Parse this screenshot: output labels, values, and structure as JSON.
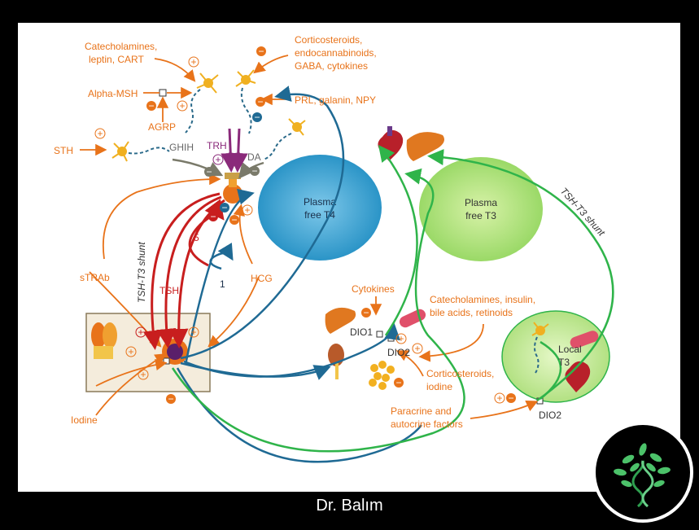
{
  "diagram": {
    "hypothalamus_inputs": {
      "catecholamines": [
        "Catecholamines,",
        "leptin, CART"
      ],
      "corticosteroids": [
        "Corticosteroids,",
        "endocannabinoids,",
        "GABA, cytokines"
      ],
      "alpha_msh": "Alpha-MSH",
      "agrp": "AGRP",
      "prl": "PRL, galanin, NPY",
      "sth": "STH"
    },
    "pituitary_regulators": {
      "ghih": "GHIH",
      "trh": "TRH",
      "da": "DA"
    },
    "plasma_t4": [
      "Plasma",
      "free T4"
    ],
    "plasma_t3": [
      "Plasma",
      "free T3"
    ],
    "shunt_left": "TSH-T3 shunt",
    "shunt_right": "TSH-T3 shunt",
    "tsh": "TSH",
    "strab": "sTRAb",
    "hcg": "HCG",
    "iodine": "Iodine",
    "loop_5": "5",
    "loop_1": "1",
    "cytokines": "Cytokines",
    "dio1": "DIO1",
    "dio2_mid": "DIO2",
    "dio2_right": "DIO2",
    "catecholamines_insulin": [
      "Catecholamines, insulin,",
      "bile acids, retinoids"
    ],
    "corticosteroids_iodine": [
      "Corticosteroids,",
      "iodine"
    ],
    "paracrine": [
      "Paracrine and",
      "autocrine factors"
    ],
    "local_t3": [
      "Local",
      "T3"
    ],
    "plus": "+",
    "minus": "−"
  },
  "footer": {
    "author": "Dr. Balım"
  },
  "colors": {
    "orange": "#e8731a",
    "red": "#c81e1e",
    "blue": "#1f6a94",
    "green": "#2fb44a",
    "purple": "#8a2a7a",
    "gray": "#7a7a6a"
  }
}
